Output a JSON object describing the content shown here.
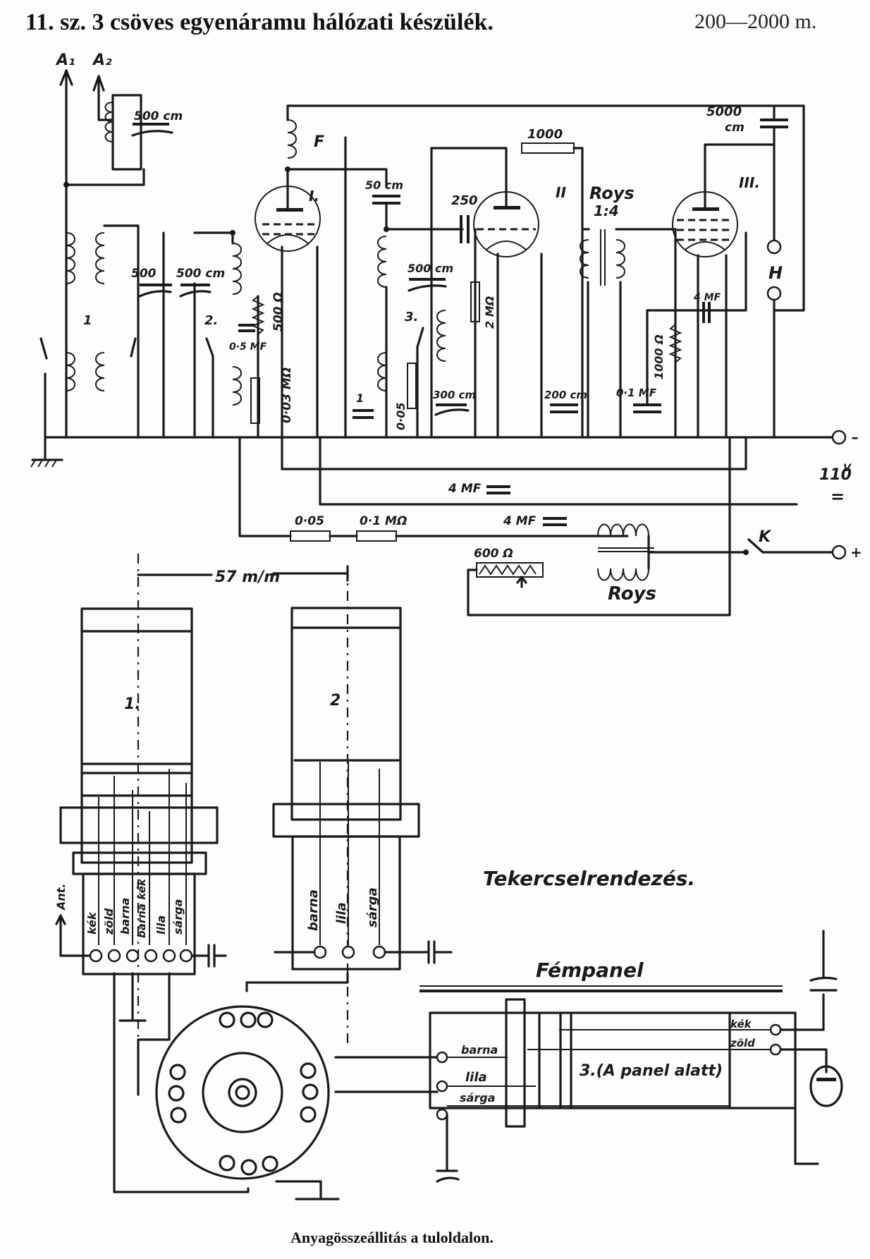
{
  "header": {
    "title": "11. sz. 3 csöves egyenáramu hálózati készülék.",
    "range": "200—2000 m."
  },
  "schematic": {
    "antenna_labels": [
      "A₁",
      "A₂"
    ],
    "tubes": [
      "I.",
      "II",
      "III."
    ],
    "coil_labels": {
      "feedback": "F",
      "coil1": "1",
      "coil2": "2.",
      "coil3": "3."
    },
    "components": {
      "c_ant": "500 cm",
      "c_tune1": "500",
      "c_tune2": "500 cm",
      "c_grid1": "50 cm",
      "c_tune3": "500 cm",
      "c_250": "250",
      "r_plate2": "1000",
      "c_5000": "5000",
      "c_5000_unit": "cm",
      "c_05": "0·5 MF",
      "r_500": "500 Ω",
      "r_003": "0·03 MΩ",
      "c_1": "1",
      "r_005v": "0·05",
      "c_300": "300 cm",
      "r_2m": "2 MΩ",
      "c_200": "200 cm",
      "c_01": "0·1 MF",
      "r_1000": "1000 Ω",
      "c_4mf_top": "4 MF",
      "c_4mf_a": "4 MF",
      "c_4mf_b": "4 MF",
      "r_005": "0·05",
      "r_01m": "0·1 MΩ",
      "r_600": "600 Ω"
    },
    "transformer": {
      "name": "Roys",
      "ratio": "1:4"
    },
    "choke": "Roys",
    "headphones": "H",
    "switch": "K",
    "supply": {
      "voltage": "110",
      "unit": "V",
      "symbol": "=",
      "minus": "–",
      "plus": "+"
    }
  },
  "layout_drawing": {
    "dimension": "57 m/m",
    "coil1_label": "1.",
    "coil2_label": "2",
    "antenna_label": "Ant.",
    "coil1_wires": [
      "kék",
      "zöld",
      "barna",
      "barna kék",
      "lila",
      "sárga"
    ],
    "coil2_wires": [
      "barna",
      "lila",
      "sárga"
    ],
    "section_title": "Tekercselrendezés.",
    "panel_title": "Fémpanel",
    "coil3_wires_left": [
      "barna",
      "lila",
      "sárga"
    ],
    "coil3_wires_right": [
      "kék",
      "zöld"
    ],
    "coil3_label": "3.(A panel alatt)"
  },
  "footer": {
    "note": "Anyagösszeállitás a tuloldalon."
  }
}
